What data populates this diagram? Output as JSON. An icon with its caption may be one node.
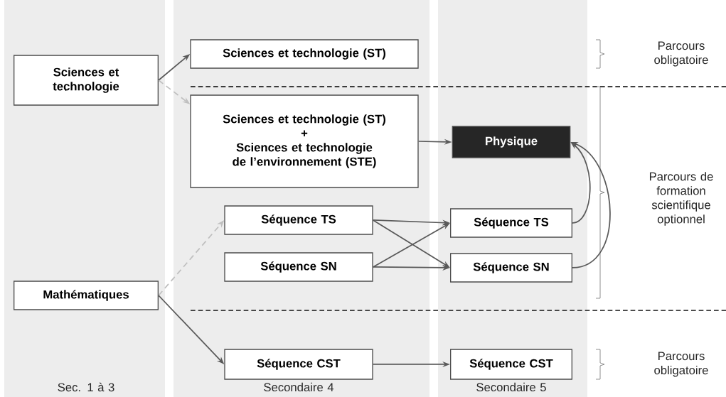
{
  "diagram": {
    "nodes": [
      {
        "text": [
          "Sciences et technologie"
        ]
      },
      {
        "text": [
          "Sciences et technologie (ST)"
        ]
      },
      {
        "text": [
          "Sciences et technologie (ST)",
          "+",
          "Sciences et technologie de l’environnement (STE)"
        ]
      },
      {
        "text": [
          "Physique"
        ]
      },
      {
        "text": [
          "Séquence TS"
        ]
      },
      {
        "text": [
          "Séquence SN"
        ]
      },
      {
        "text": [
          "Séquence TS"
        ]
      },
      {
        "text": [
          "Séquence SN"
        ]
      },
      {
        "text": [
          "Mathématiques"
        ]
      },
      {
        "text": [
          "Séquence CST"
        ]
      },
      {
        "text": [
          "Séquence CST"
        ]
      }
    ],
    "edges": [
      {
        "from": 0,
        "to": 1,
        "arrow": "to"
      },
      {
        "from": 0,
        "to": 2,
        "arrow": "to",
        "style": "dashed",
        "color": "#bfbfbf"
      },
      {
        "from": 2,
        "to": 3,
        "arrow": "to"
      },
      {
        "from": 8,
        "to": 4,
        "arrow": "to",
        "style": "dashed",
        "color": "#bfbfbf"
      },
      {
        "from": 4,
        "to": 6,
        "arrow": "to"
      },
      {
        "from": 4,
        "to": 7,
        "arrow": "to"
      },
      {
        "from": 5,
        "to": 6,
        "arrow": "to"
      },
      {
        "from": 5,
        "to": 7,
        "arrow": "to"
      },
      {
        "from": 6,
        "to": 3,
        "arrow": "to"
      },
      {
        "from": 7,
        "to": 3,
        "arrow": "to"
      },
      {
        "from": 8,
        "to": 9,
        "arrow": "to"
      },
      {
        "from": 9,
        "to": 10,
        "arrow": "to"
      }
    ],
    "labels": [
      "Parcours obligatoire",
      "Parcours de formation scientifique optionnel",
      "Parcours obligatoire",
      "Sec. 1 à 3",
      "Secondaire 4",
      "Secondaire 5"
    ]
  }
}
